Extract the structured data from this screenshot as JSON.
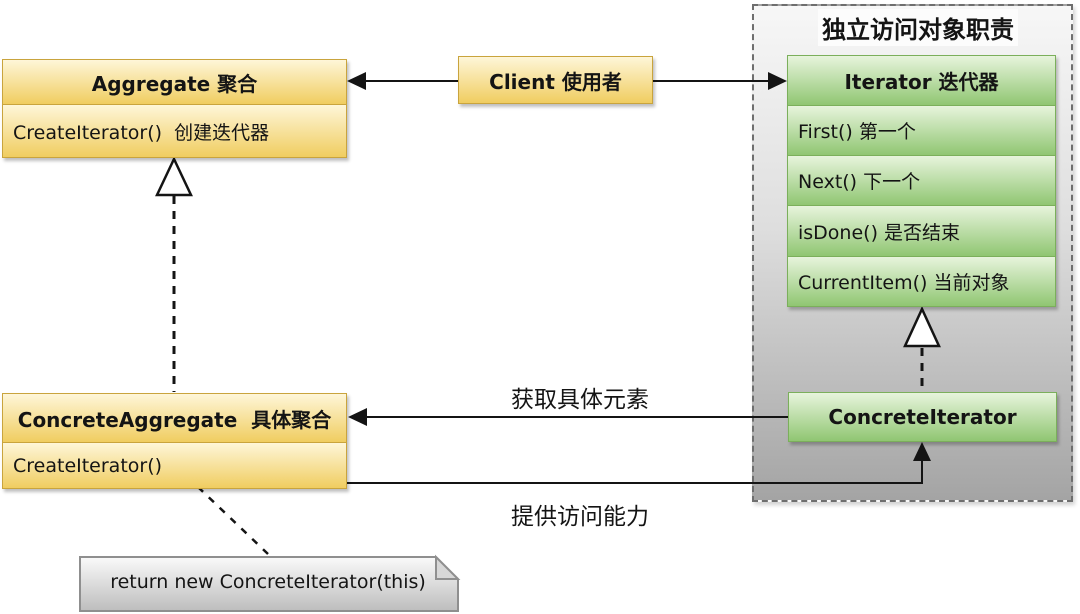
{
  "responsibility": {
    "title": "独立访问对象职责"
  },
  "aggregate": {
    "title": "Aggregate 聚合",
    "method": "CreateIterator()  创建迭代器"
  },
  "client": {
    "title": "Client 使用者"
  },
  "iterator": {
    "title": "Iterator 迭代器",
    "methods": [
      "First() 第一个",
      "Next() 下一个",
      "isDone() 是否结束",
      "CurrentItem() 当前对象"
    ]
  },
  "concrete_aggregate": {
    "title": "ConcreteAggregate  具体聚合",
    "method": "CreateIterator()"
  },
  "concrete_iterator": {
    "title": "ConcreteIterator"
  },
  "edge_labels": {
    "get_element": "获取具体元素",
    "provide_access": "提供访问能力"
  },
  "note": {
    "text": "return new ConcreteIterator(this)"
  },
  "colors": {
    "yellow_fill_top": "#FEF6D8",
    "yellow_fill_bottom": "#F0CD60",
    "yellow_border": "#C9A43D",
    "green_fill_top": "#E7F4DC",
    "green_fill_bottom": "#90C672",
    "green_border": "#7BAF5B",
    "container_fill_top": "#F7F7F7",
    "container_fill_bottom": "#A4A4A4",
    "container_border": "#6E6E6E",
    "note_fill_top": "#FAFAFA",
    "note_fill_bottom": "#BDBDBD",
    "note_border": "#8F8F8F",
    "line_color": "#141414"
  }
}
